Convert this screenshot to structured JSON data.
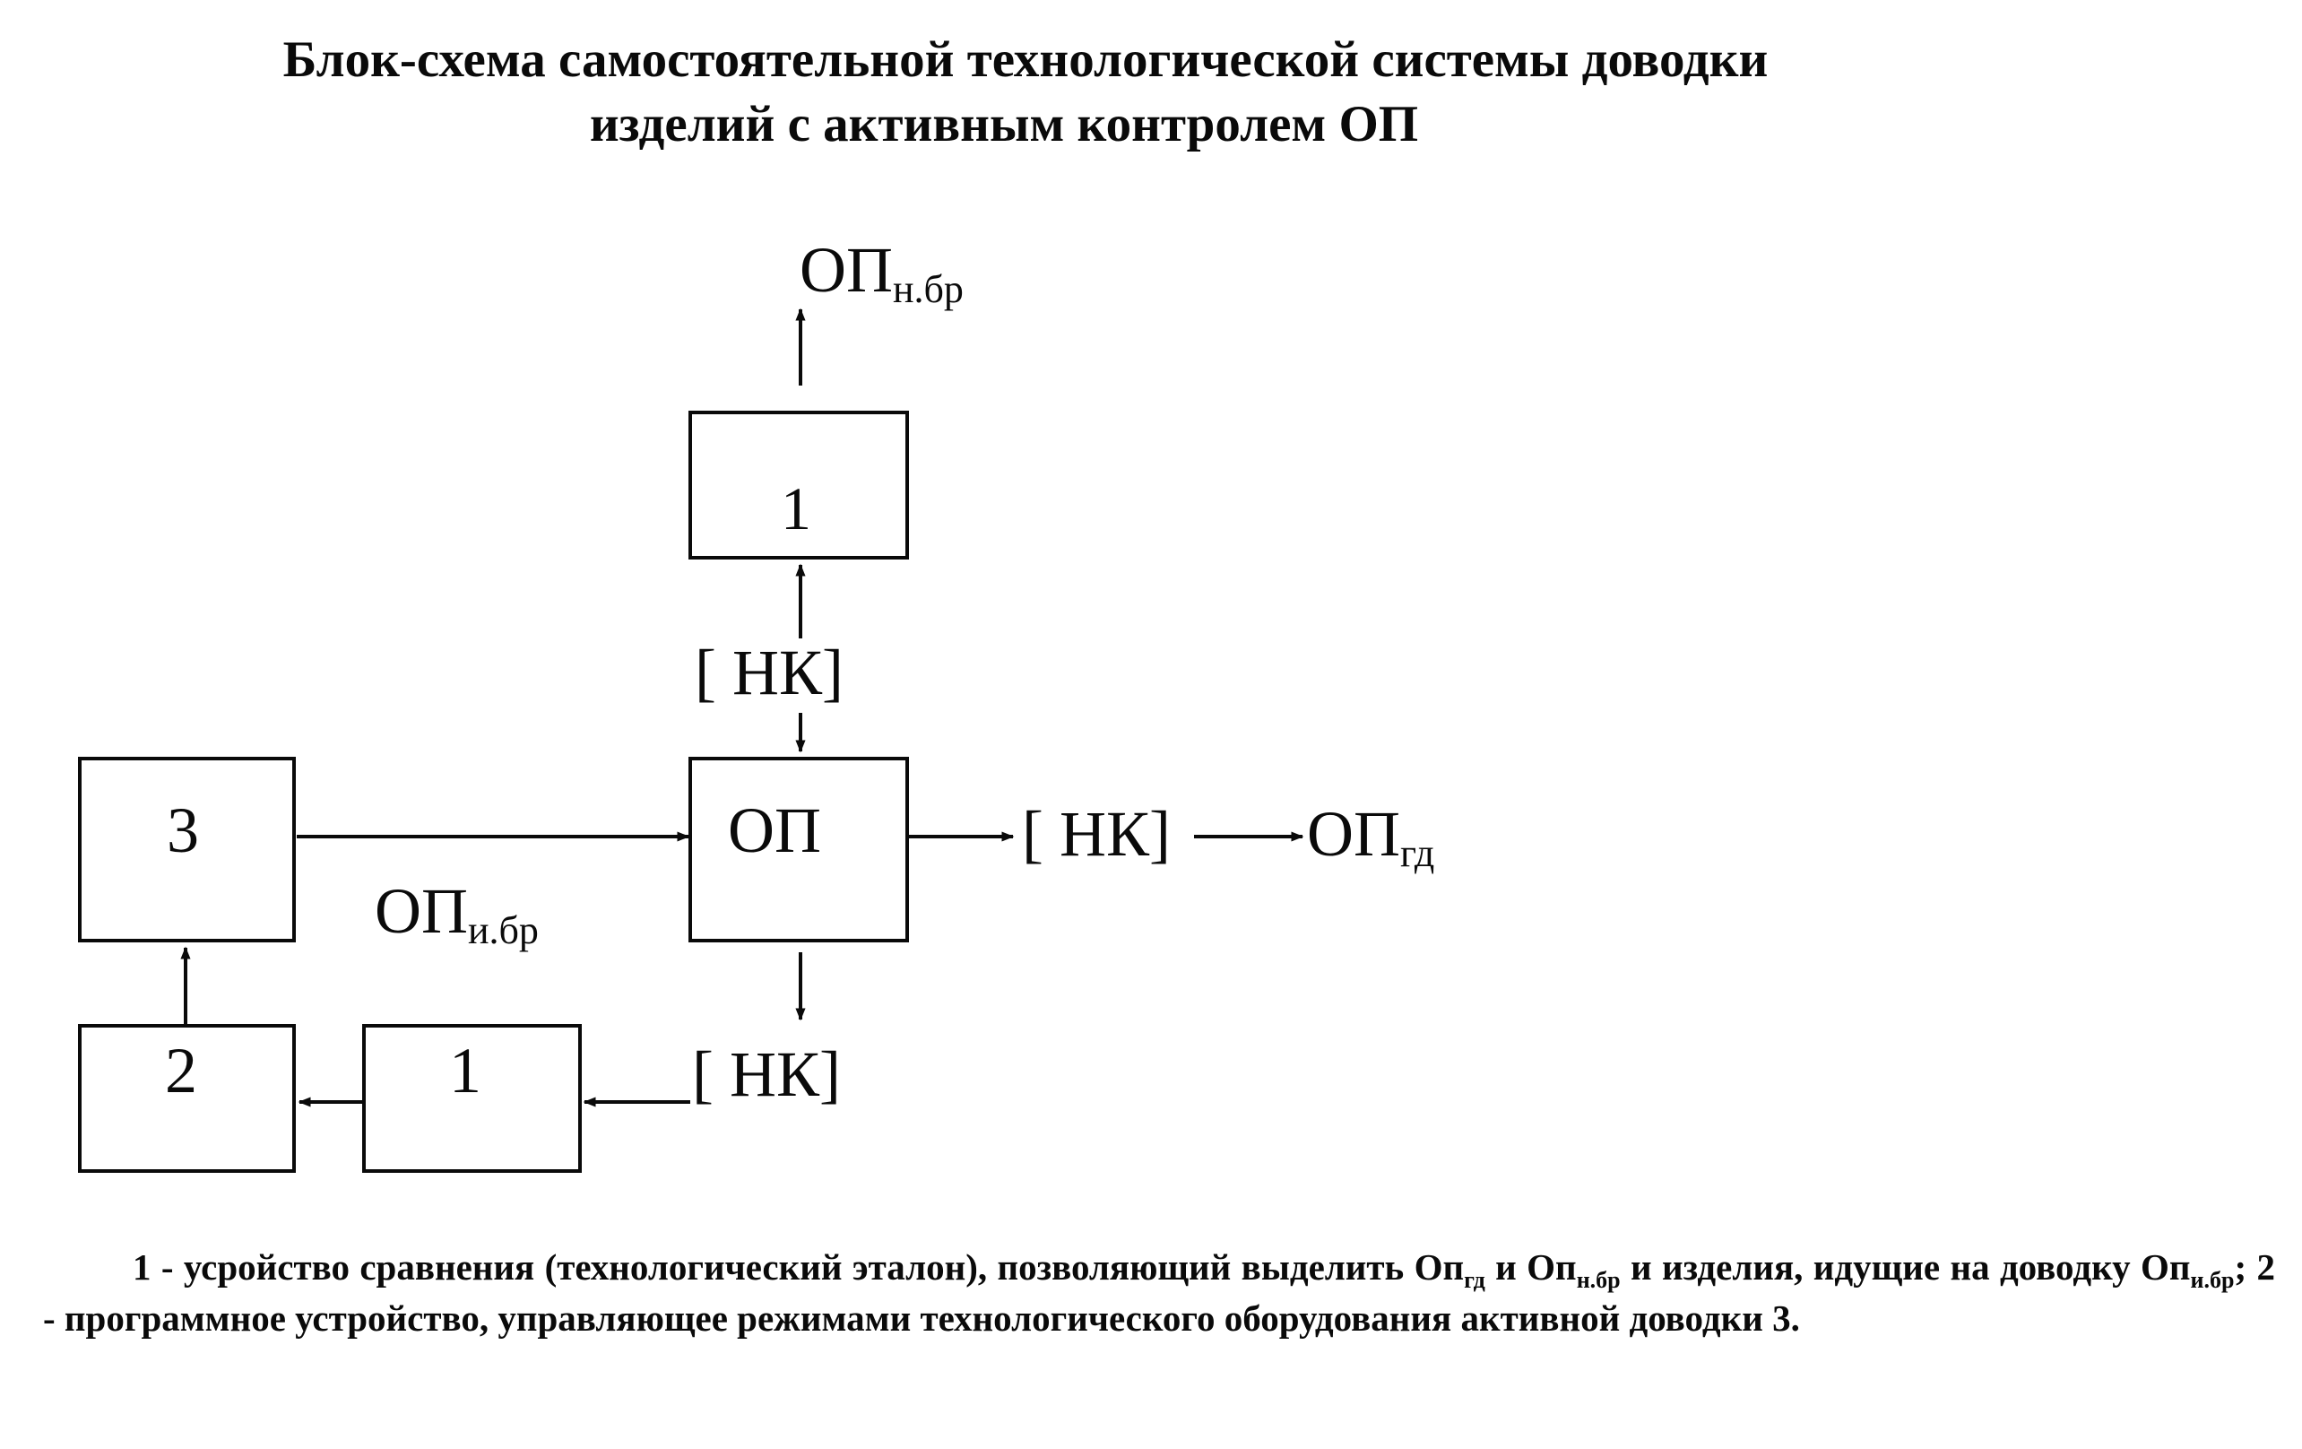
{
  "title": {
    "line1": "Блок-схема самостоятельной технологической системы  доводки",
    "line2": "изделий с активным контролем ОП"
  },
  "diagram": {
    "blocks": {
      "comparator_top": "1",
      "part_op": "ОП",
      "finishing_3": "3",
      "program_2": "2",
      "comparator_bottom": "1"
    },
    "labels": {
      "nk_top": "[ НК]",
      "nk_right": "[ НК]",
      "nk_bottom": "[ НК]",
      "op_nbr_base": "ОП",
      "op_nbr_sub": "н.бр",
      "op_gd_base": "ОП",
      "op_gd_sub": "гд",
      "op_ibr_base": "ОП",
      "op_ibr_sub": "и.бр"
    }
  },
  "caption": {
    "p1": "1 - усройство сравнения (технологический эталон), позволяющий выделить Оп",
    "s1": "гд",
    "p2": " и Оп",
    "s2": "н.бр",
    "p3": " и изделия,",
    "p4": "идущие на доводку Оп",
    "s3": "и.бр",
    "p5": ";   2 - программное устройство, управляющее режимами технологического оборудования активной доводки 3."
  }
}
